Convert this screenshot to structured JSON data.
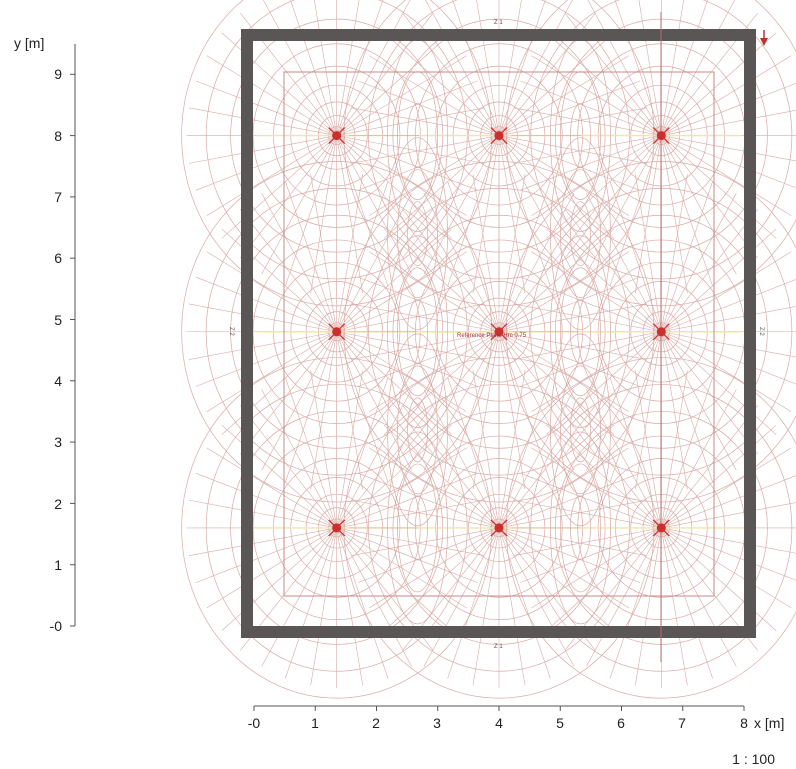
{
  "axes": {
    "y_unit": "y [m]",
    "x_unit": "x [m]",
    "y_ticks": [
      "9",
      "8",
      "7",
      "6",
      "5",
      "4",
      "3",
      "2",
      "1",
      "-0"
    ],
    "x_ticks": [
      "-0",
      "1",
      "2",
      "3",
      "4",
      "5",
      "6",
      "7",
      "8"
    ]
  },
  "scale_label": "1 : 100",
  "center_label": "Reference Plane Hm 0.75",
  "wall_labels": {
    "top": "Z 1",
    "bottom": "Z 1",
    "left": "Z 2",
    "right": "Z 2"
  },
  "room": {
    "width_m": 8,
    "height_m": 9.7
  },
  "luminaires": [
    {
      "x": 1.35,
      "y": 8.0
    },
    {
      "x": 4.0,
      "y": 8.0
    },
    {
      "x": 6.65,
      "y": 8.0
    },
    {
      "x": 1.35,
      "y": 4.8
    },
    {
      "x": 4.0,
      "y": 4.8
    },
    {
      "x": 6.65,
      "y": 4.8
    },
    {
      "x": 1.35,
      "y": 1.6
    },
    {
      "x": 4.0,
      "y": 1.6
    },
    {
      "x": 6.65,
      "y": 1.6
    }
  ],
  "colors": {
    "wall": "#5a5656",
    "luminaire": "#cc2f2f",
    "contour": "#d9a9a4",
    "guide": "#c26a6a"
  }
}
